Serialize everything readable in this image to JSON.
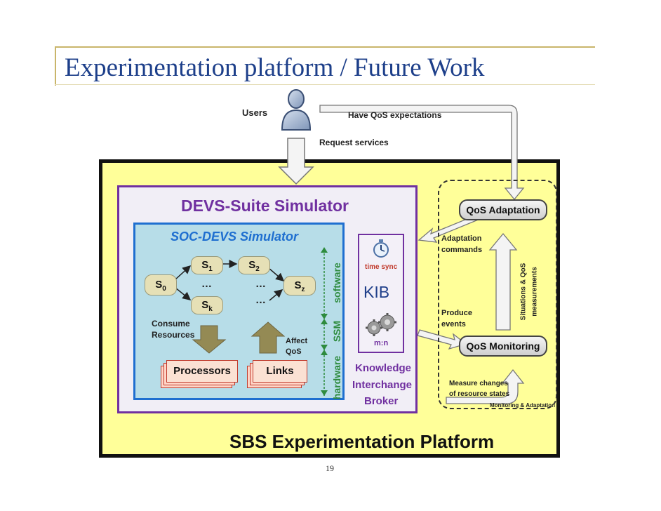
{
  "slide": {
    "title": "Experimentation platform / Future Work",
    "page_number": "19"
  },
  "diagram": {
    "users": "Users",
    "have_qos": "Have QoS expectations",
    "request_services": "Request services",
    "platform_label": "SBS Experimentation Platform",
    "devs_suite": "DEVS-Suite Simulator",
    "soc_devs": "SOC-DEVS Simulator",
    "states": {
      "s0": "S",
      "s0_sub": "0",
      "s1": "S",
      "s1_sub": "1",
      "s2": "S",
      "s2_sub": "2",
      "sk": "S",
      "sk_sub": "k",
      "sz": "S",
      "sz_sub": "z",
      "ellipsis": "…"
    },
    "consume_resources": [
      "Consume",
      "Resources"
    ],
    "affect_qos": [
      "Affect",
      "QoS"
    ],
    "processors": "Processors",
    "links": "Links",
    "layers": {
      "software": "software",
      "ssm": "SSM",
      "hardware": "hardware"
    },
    "kib": {
      "time_sync": "time sync",
      "label": "KIB",
      "mn": "m:n",
      "full_name": [
        "Knowledge",
        "Interchange",
        "Broker"
      ]
    },
    "qos_adaptation": "QoS Adaptation",
    "qos_monitoring": "QoS Monitoring",
    "adaptation_commands": [
      "Adaptation",
      "commands"
    ],
    "produce_events": [
      "Produce",
      "events"
    ],
    "situations": [
      "Situations & QoS",
      "measurements"
    ],
    "measure_changes": [
      "Measure changes",
      "of  resource states"
    ],
    "monitoring_adaptation": "Monitoring & Adaptation"
  },
  "colors": {
    "title": "#1d3f8a",
    "platform_bg": "#ffff99",
    "devs_border": "#7030a0",
    "soc_border": "#1f6fd0",
    "soc_bg": "#b7dde8",
    "layer_green": "#2e8b3e",
    "stack_red": "#c0392b"
  }
}
